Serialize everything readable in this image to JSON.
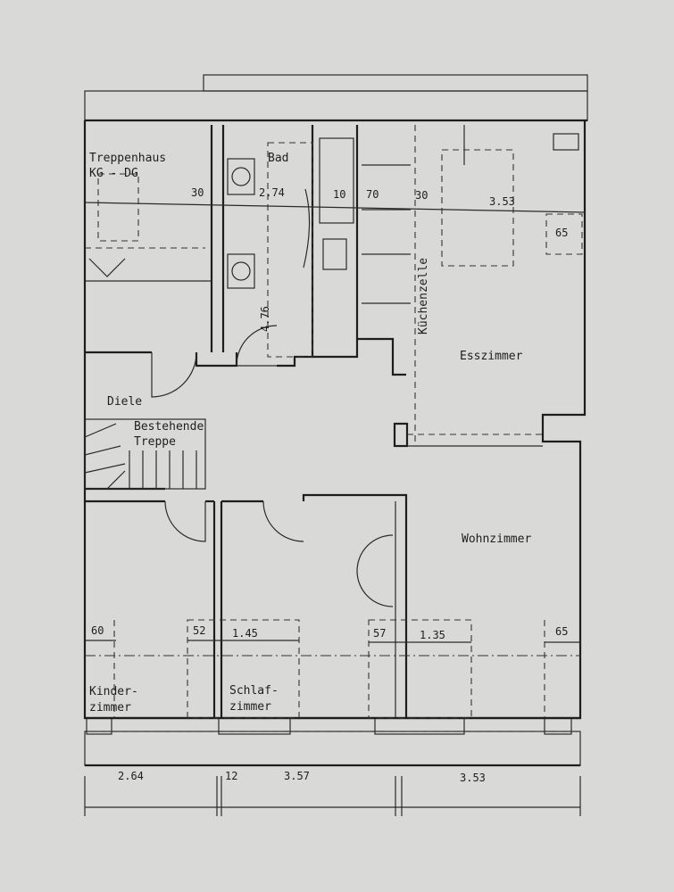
{
  "rooms": {
    "stairwell": [
      "Treppenhaus",
      "KG - DG"
    ],
    "bath": "Bad",
    "kitchenette": "Küchenzelle",
    "dining": "Esszimmer",
    "hall": "Diele",
    "existing_stairs": [
      "Bestehende",
      "Treppe"
    ],
    "living": "Wohnzimmer",
    "kids": [
      "Kinder-",
      "zimmer"
    ],
    "bedroom": [
      "Schlaf-",
      "zimmer"
    ]
  },
  "dimensions": {
    "top": [
      "30",
      "2.74",
      "10",
      "70",
      "30",
      "3.53"
    ],
    "dining_window": "65",
    "bath_depth": "4.76",
    "knee_wall": [
      "60",
      "52",
      "1.45",
      "57",
      "1.35",
      "65"
    ],
    "bottom": [
      "2.64",
      "12",
      "3.57",
      "3.53"
    ]
  },
  "colors": {
    "paper": "#d9dad8",
    "ink": "#1e1e1e"
  }
}
